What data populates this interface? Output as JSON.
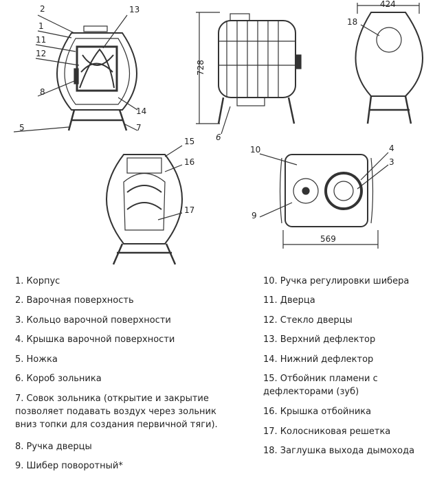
{
  "callouts": {
    "c1": "1",
    "c2": "2",
    "c3": "3",
    "c4": "4",
    "c5": "5",
    "c6": "6",
    "c7": "7",
    "c8": "8",
    "c9": "9",
    "c10": "10",
    "c11": "11",
    "c12": "12",
    "c13": "13",
    "c14": "14",
    "c15": "15",
    "c16": "16",
    "c17": "17",
    "c18": "18"
  },
  "dimensions": {
    "height": "728",
    "width": "424",
    "depth": "569"
  },
  "legend": [
    "1. Корпус",
    "2. Варочная поверхность",
    "3. Кольцо варочной поверхности",
    "4. Крышка варочной поверхности",
    "5. Ножка",
    "6. Короб зольника",
    "7. Совок зольника (открытие и закрытие позволяет подавать воздух через зольник вниз топки для создания первичной тяги).",
    "8. Ручка дверцы",
    "9. Шибер поворотный*",
    "10. Ручка регулировки шибера",
    "11. Дверца",
    "12. Стекло дверцы",
    "13. Верхний дефлектор",
    "14. Нижний дефлектор",
    "15. Отбойник пламени с дефлекторами (зуб)",
    "16. Крышка отбойника",
    "17. Колосниковая решетка",
    "18. Заглушка выхода дымохода"
  ]
}
